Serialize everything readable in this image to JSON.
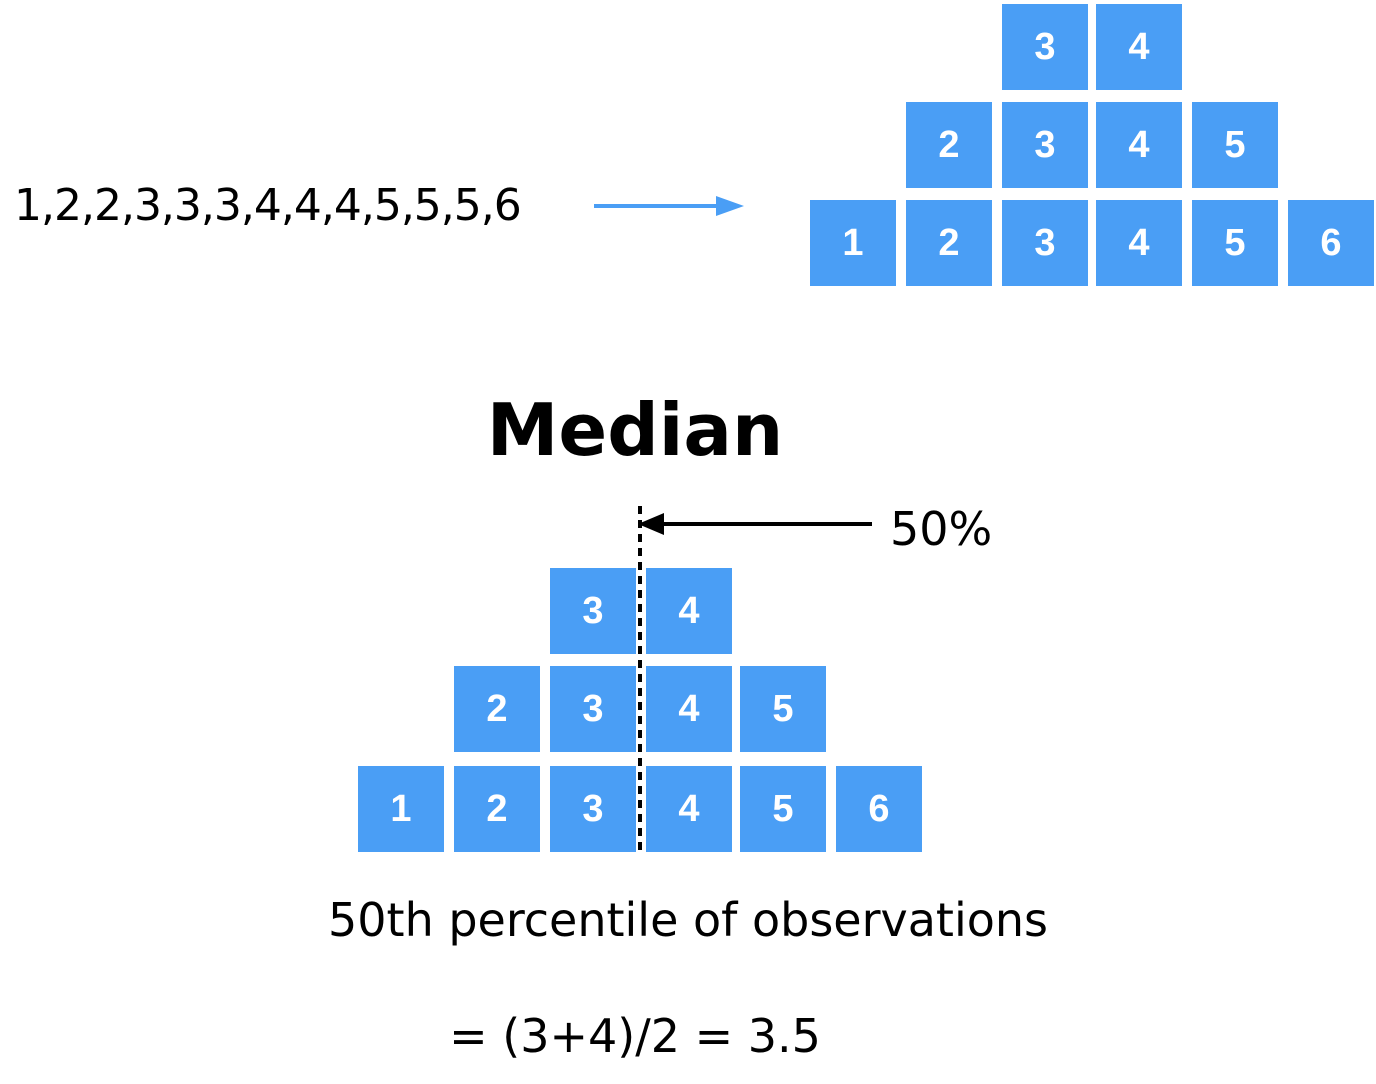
{
  "sequence": "1,2,2,3,3,3,4,4,4,5,5,5,6",
  "title": "Median",
  "percent_label": "50%",
  "caption": "50th percentile of observations",
  "formula": "= (3+4)/2 = 3.5",
  "box_color": "#4a9ef5",
  "arrow_color": "#4a9ef5",
  "top_pyramid": {
    "rows": [
      [
        "3",
        "4"
      ],
      [
        "2",
        "3",
        "4",
        "5"
      ],
      [
        "1",
        "2",
        "3",
        "4",
        "5",
        "6"
      ]
    ]
  },
  "bottom_pyramid": {
    "rows": [
      [
        "3",
        "4"
      ],
      [
        "2",
        "3",
        "4",
        "5"
      ],
      [
        "1",
        "2",
        "3",
        "4",
        "5",
        "6"
      ]
    ]
  }
}
